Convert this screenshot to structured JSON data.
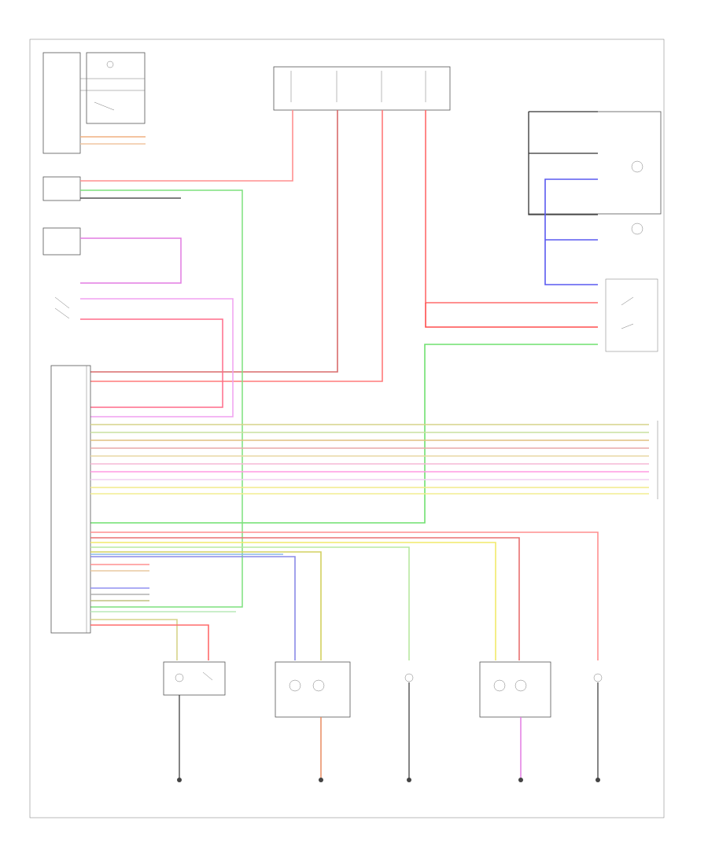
{
  "diagram": {
    "frame_label": "",
    "footer": "",
    "colors": {
      "red": "#ff6b6b",
      "pink": "#ff8fa3",
      "green": "#7de07d",
      "blue": "#5a5af0",
      "violet": "#e27be2",
      "yellow": "#f2e86a",
      "olive": "#d6d38a",
      "tan": "#e8d7a5",
      "black": "#333333",
      "gray": "#b0b0b0",
      "lightblue": "#8ab8e8"
    },
    "components": [
      {
        "id": "cluster",
        "label": "",
        "x_note": "left top"
      },
      {
        "id": "fuse-block",
        "label": ""
      },
      {
        "id": "central-module",
        "label": ""
      },
      {
        "id": "brake-switch",
        "label": ""
      },
      {
        "id": "trunk-lamp",
        "label": ""
      },
      {
        "id": "license-lamp-left",
        "label": ""
      },
      {
        "id": "reverse-lamp-left",
        "label": ""
      },
      {
        "id": "license-lamp-right",
        "label": ""
      },
      {
        "id": "reverse-lamp-right",
        "label": ""
      },
      {
        "id": "rear-lamp-right",
        "label": ""
      },
      {
        "id": "rear-lamp-left",
        "label": ""
      },
      {
        "id": "switch-right",
        "label": ""
      }
    ]
  }
}
